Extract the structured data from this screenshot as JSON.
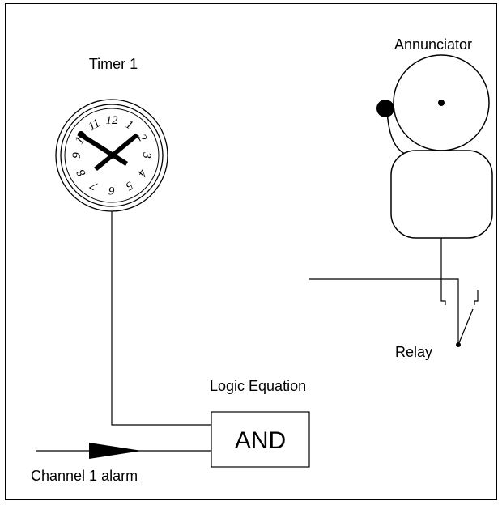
{
  "labels": {
    "timer": "Timer 1",
    "annunciator": "Annunciator",
    "relay": "Relay",
    "logic_equation": "Logic Equation",
    "gate": "AND",
    "input": "Channel 1 alarm"
  },
  "clock_numerals": [
    "12",
    "1",
    "2",
    "3",
    "4",
    "5",
    "6",
    "7",
    "8",
    "9",
    "10",
    "11"
  ],
  "icons": {
    "clock": "clock-icon",
    "bell": "bell-icon",
    "relay": "relay-switch-icon",
    "arrow": "arrow-icon"
  },
  "colors": {
    "stroke": "#000000",
    "background": "#ffffff"
  }
}
